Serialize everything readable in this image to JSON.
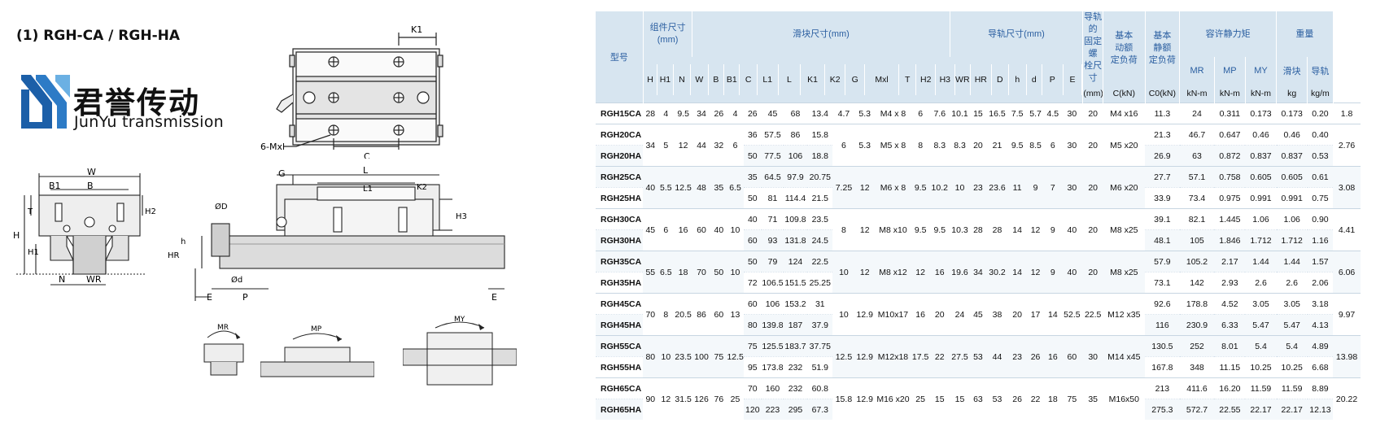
{
  "left": {
    "section_title": "(1) RGH-CA / RGH-HA",
    "logo_cn": "君誉传动",
    "logo_en": "JunYu transmission",
    "dim_labels": {
      "K1": "K1",
      "C": "C",
      "screw": "6-Mxl",
      "W": "W",
      "B1": "B1",
      "B": "B",
      "T": "T",
      "H2": "H2",
      "H": "H",
      "H1": "H1",
      "N": "N",
      "WR": "WR",
      "G": "G",
      "L": "L",
      "L1": "L1",
      "K2": "K2",
      "H3": "H3",
      "D": "ØD",
      "h": "h",
      "HR": "HR",
      "d": "Ød",
      "E": "E",
      "P": "P",
      "E2": "E"
    },
    "moment_labels": [
      "MR",
      "MP",
      "MY"
    ]
  },
  "table": {
    "headers": {
      "model": "型号",
      "assembly": "组件尺寸\n(mm)",
      "block": "滑块尺寸(mm)",
      "rail": "导轨尺寸(mm)",
      "bolt": "导轨的\n固定螺\n栓尺寸",
      "dyn": "基本\n动额\n定负荷",
      "stat": "基本\n静额\n定负荷",
      "moment": "容许静力矩",
      "weight": "重量",
      "mr": "MR",
      "mp": "MP",
      "my": "MY",
      "block_w": "滑块",
      "rail_w": "导轨",
      "knm1": "kN-m",
      "knm2": "kN-m",
      "knm3": "kN-m",
      "kg": "kg",
      "kgm": "kg/m"
    },
    "columns": [
      "H",
      "H1",
      "N",
      "W",
      "B",
      "B1",
      "C",
      "L1",
      "L",
      "K1",
      "K2",
      "G",
      "Mxl",
      "T",
      "H2",
      "H3",
      "WR",
      "HR",
      "D",
      "h",
      "d",
      "P",
      "E",
      "(mm)",
      "C(kN)",
      "C0(kN)"
    ],
    "rows": [
      [
        "RGH15CA",
        "28",
        "4",
        "9.5",
        "34",
        "26",
        "4",
        "26",
        "45",
        "68",
        "13.4",
        "4.7",
        "5.3",
        "M4 x 8",
        "6",
        "7.6",
        "10.1",
        "15",
        "16.5",
        "7.5",
        "5.7",
        "4.5",
        "30",
        "20",
        "M4 x16",
        "11.3",
        "24",
        "0.311",
        "0.173",
        "0.173",
        "0.20",
        "1.8"
      ],
      [
        "RGH20CA",
        "34",
        "5",
        "12",
        "44",
        "32",
        "6",
        "36",
        "57.5",
        "86",
        "15.8",
        "6",
        "5.3",
        "M5 x 8",
        "8",
        "8.3",
        "8.3",
        "20",
        "21",
        "9.5",
        "8.5",
        "6",
        "30",
        "20",
        "M5 x20",
        "21.3",
        "46.7",
        "0.647",
        "0.46",
        "0.46",
        "0.40",
        "2.76"
      ],
      [
        "RGH20HA",
        "",
        "",
        "",
        "",
        "",
        "",
        "50",
        "77.5",
        "106",
        "18.8",
        "",
        "",
        "",
        "",
        "",
        "",
        "",
        "",
        "",
        "",
        "",
        "",
        "",
        "",
        "26.9",
        "63",
        "0.872",
        "0.837",
        "0.837",
        "0.53",
        ""
      ],
      [
        "RGH25CA",
        "40",
        "5.5",
        "12.5",
        "48",
        "35",
        "6.5",
        "35",
        "64.5",
        "97.9",
        "20.75",
        "7.25",
        "12",
        "M6 x 8",
        "9.5",
        "10.2",
        "10",
        "23",
        "23.6",
        "11",
        "9",
        "7",
        "30",
        "20",
        "M6 x20",
        "27.7",
        "57.1",
        "0.758",
        "0.605",
        "0.605",
        "0.61",
        "3.08"
      ],
      [
        "RGH25HA",
        "",
        "",
        "",
        "",
        "",
        "",
        "50",
        "81",
        "114.4",
        "21.5",
        "",
        "",
        "",
        "",
        "",
        "",
        "",
        "",
        "",
        "",
        "",
        "",
        "",
        "",
        "33.9",
        "73.4",
        "0.975",
        "0.991",
        "0.991",
        "0.75",
        ""
      ],
      [
        "RGH30CA",
        "45",
        "6",
        "16",
        "60",
        "40",
        "10",
        "40",
        "71",
        "109.8",
        "23.5",
        "8",
        "12",
        "M8 x10",
        "9.5",
        "9.5",
        "10.3",
        "28",
        "28",
        "14",
        "12",
        "9",
        "40",
        "20",
        "M8 x25",
        "39.1",
        "82.1",
        "1.445",
        "1.06",
        "1.06",
        "0.90",
        "4.41"
      ],
      [
        "RGH30HA",
        "",
        "",
        "",
        "",
        "",
        "",
        "60",
        "93",
        "131.8",
        "24.5",
        "",
        "",
        "",
        "",
        "",
        "",
        "",
        "",
        "",
        "",
        "",
        "",
        "",
        "",
        "48.1",
        "105",
        "1.846",
        "1.712",
        "1.712",
        "1.16",
        ""
      ],
      [
        "RGH35CA",
        "55",
        "6.5",
        "18",
        "70",
        "50",
        "10",
        "50",
        "79",
        "124",
        "22.5",
        "10",
        "12",
        "M8 x12",
        "12",
        "16",
        "19.6",
        "34",
        "30.2",
        "14",
        "12",
        "9",
        "40",
        "20",
        "M8 x25",
        "57.9",
        "105.2",
        "2.17",
        "1.44",
        "1.44",
        "1.57",
        "6.06"
      ],
      [
        "RGH35HA",
        "",
        "",
        "",
        "",
        "",
        "",
        "72",
        "106.5",
        "151.5",
        "25.25",
        "",
        "",
        "",
        "",
        "",
        "",
        "",
        "",
        "",
        "",
        "",
        "",
        "",
        "",
        "73.1",
        "142",
        "2.93",
        "2.6",
        "2.6",
        "2.06",
        ""
      ],
      [
        "RGH45CA",
        "70",
        "8",
        "20.5",
        "86",
        "60",
        "13",
        "60",
        "106",
        "153.2",
        "31",
        "10",
        "12.9",
        "M10x17",
        "16",
        "20",
        "24",
        "45",
        "38",
        "20",
        "17",
        "14",
        "52.5",
        "22.5",
        "M12 x35",
        "92.6",
        "178.8",
        "4.52",
        "3.05",
        "3.05",
        "3.18",
        "9.97"
      ],
      [
        "RGH45HA",
        "",
        "",
        "",
        "",
        "",
        "",
        "80",
        "139.8",
        "187",
        "37.9",
        "",
        "",
        "",
        "",
        "",
        "",
        "",
        "",
        "",
        "",
        "",
        "",
        "",
        "",
        "116",
        "230.9",
        "6.33",
        "5.47",
        "5.47",
        "4.13",
        ""
      ],
      [
        "RGH55CA",
        "80",
        "10",
        "23.5",
        "100",
        "75",
        "12.5",
        "75",
        "125.5",
        "183.7",
        "37.75",
        "12.5",
        "12.9",
        "M12x18",
        "17.5",
        "22",
        "27.5",
        "53",
        "44",
        "23",
        "26",
        "16",
        "60",
        "30",
        "M14 x45",
        "130.5",
        "252",
        "8.01",
        "5.4",
        "5.4",
        "4.89",
        "13.98"
      ],
      [
        "RGH55HA",
        "",
        "",
        "",
        "",
        "",
        "",
        "95",
        "173.8",
        "232",
        "51.9",
        "",
        "",
        "",
        "",
        "",
        "",
        "",
        "",
        "",
        "",
        "",
        "",
        "",
        "",
        "167.8",
        "348",
        "11.15",
        "10.25",
        "10.25",
        "6.68",
        ""
      ],
      [
        "RGH65CA",
        "90",
        "12",
        "31.5",
        "126",
        "76",
        "25",
        "70",
        "160",
        "232",
        "60.8",
        "15.8",
        "12.9",
        "M16 x20",
        "25",
        "15",
        "15",
        "63",
        "53",
        "26",
        "22",
        "18",
        "75",
        "35",
        "M16x50",
        "213",
        "411.6",
        "16.20",
        "11.59",
        "11.59",
        "8.89",
        "20.22"
      ],
      [
        "RGH65HA",
        "",
        "",
        "",
        "",
        "",
        "",
        "120",
        "223",
        "295",
        "67.3",
        "",
        "",
        "",
        "",
        "",
        "",
        "",
        "",
        "",
        "",
        "",
        "",
        "",
        "",
        "275.3",
        "572.7",
        "22.55",
        "22.17",
        "22.17",
        "12.13",
        ""
      ]
    ],
    "first_row_model": "RGH15CA"
  }
}
